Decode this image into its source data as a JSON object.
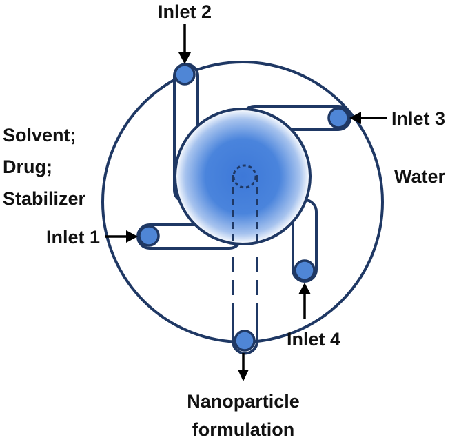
{
  "labels": {
    "inlet_1": "Inlet 1",
    "inlet_2": "Inlet 2",
    "inlet_3": "Inlet 3",
    "inlet_4": "Inlet 4",
    "solvent_line1": "Solvent;",
    "solvent_line2": "Drug;",
    "solvent_line3": "Stabilizer",
    "water": "Water",
    "output_line1": "Nanoparticle",
    "output_line2": "formulation"
  },
  "colors": {
    "outline": "#1f3864",
    "port_fill": "#4f86d6",
    "chamber_center": "#3d78d8",
    "chamber_edge": "#ffffff",
    "text": "#111111"
  }
}
